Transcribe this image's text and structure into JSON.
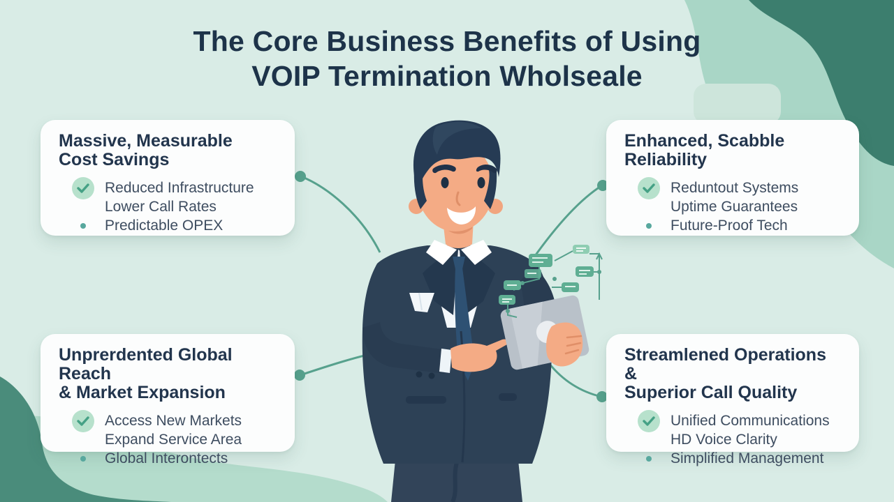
{
  "title": {
    "line1": "The Core Business Benefits of Using",
    "line2": "VOIP Termination Wholseale"
  },
  "cards": [
    {
      "id": "cost-savings",
      "title_lines": [
        "Massive, Measurable",
        "Cost Savings"
      ],
      "items": [
        {
          "bullet": "check",
          "text": "Reduced Infrastructure"
        },
        {
          "bullet": "none",
          "text": "Lower Call Rates"
        },
        {
          "bullet": "dot",
          "text": "Predictable OPEX"
        }
      ]
    },
    {
      "id": "reliability",
      "title_lines": [
        "Enhanced, Scabble",
        "Reliability"
      ],
      "items": [
        {
          "bullet": "check",
          "text": "Reduntout Systems"
        },
        {
          "bullet": "none",
          "text": "Uptime Guarantees"
        },
        {
          "bullet": "dot",
          "text": "Future-Proof Tech"
        }
      ]
    },
    {
      "id": "global-reach",
      "title_lines": [
        "Unprerdented Global Reach",
        "& Market Expansion"
      ],
      "items": [
        {
          "bullet": "check",
          "text": "Access New Markets"
        },
        {
          "bullet": "none",
          "text": "Expand Service Area"
        },
        {
          "bullet": "dot",
          "text": "Global Interontects"
        }
      ]
    },
    {
      "id": "operations",
      "title_lines": [
        "Streamlened Operations &",
        "Superior Call Quality"
      ],
      "items": [
        {
          "bullet": "check",
          "text": "Unified Communications"
        },
        {
          "bullet": "none",
          "text": "HD Voice Clarity"
        },
        {
          "bullet": "dot",
          "text": "Simplified Management"
        }
      ]
    }
  ],
  "illustration": {
    "figure": "businessman-pointing-at-tablet",
    "device": "tablet",
    "floating_icons": "chat-network-nodes"
  },
  "colors": {
    "background": "#d9ece6",
    "blob_dark_teal": "#3c7e6e",
    "blob_medium_mint": "#a9d6c6",
    "blob_bottom_teal": "#4a8c7b",
    "card_background": "#fcfdfd",
    "title_text": "#1d3349",
    "card_title_text": "#22354d",
    "body_text": "#3e4d60",
    "connector_teal": "#57a18d",
    "check_circle_bg": "#b7e1cc",
    "check_mark": "#45a185",
    "dot_bullet": "#58a89e",
    "suit_navy": "#2d4156",
    "tie_blue": "#2e5173",
    "skin": "#f4ab85",
    "tablet_gray": "#b9c1c9",
    "node_green": "#5fae93"
  }
}
